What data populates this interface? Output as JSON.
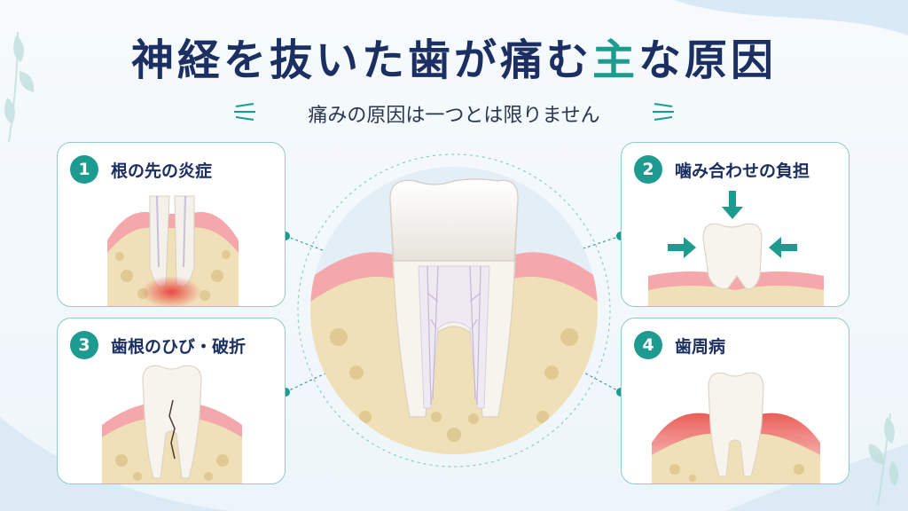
{
  "title": {
    "part1": "神経を抜いた歯が痛む",
    "accent": "主",
    "part2": "な原因"
  },
  "subtitle": "痛みの原因は一つとは限りません",
  "colors": {
    "navy": "#1b2f63",
    "teal": "#1e9b90",
    "card_border": "#8fcbc6",
    "inflammation": "#e8413a"
  },
  "causes": [
    {
      "number": "1",
      "label": "根の先の炎症"
    },
    {
      "number": "2",
      "label": "噛み合わせの負担"
    },
    {
      "number": "3",
      "label": "歯根のひび・破折"
    },
    {
      "number": "4",
      "label": "歯周病"
    }
  ]
}
